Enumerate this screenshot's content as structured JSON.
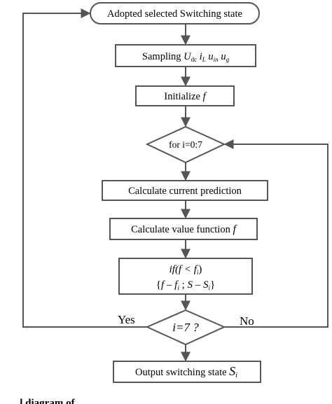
{
  "colors": {
    "box_fill": "#ffffff",
    "box_stroke": "#555555",
    "arrow": "#555555",
    "text": "#000000"
  },
  "nodes": {
    "start": {
      "text": "Adopted selected Switching state"
    },
    "sampling": {
      "prefix": "Sampling ",
      "u": "U",
      "dc": "dc",
      "i": "i",
      "L": "L",
      "uin": "u",
      "in": "in",
      "ug": "u",
      "g": "g"
    },
    "initialize": {
      "text": "Initialize ",
      "f": "f"
    },
    "loop": {
      "text": "for i=0:7"
    },
    "prediction": {
      "text": "Calculate current prediction"
    },
    "value_function": {
      "text": "Calculate value function ",
      "f": "f"
    },
    "compare": {
      "line1_if": "if",
      "line1_rest": "(f < f",
      "line1_sub": "i",
      "line1_close": ")",
      "line2_open": "{",
      "line2_f": "f",
      "line2_arrow": " – ",
      "line2_fi": "f",
      "line2_fi_sub": "i",
      "line2_sep": " ; ",
      "line2_S": "S",
      "line2_arrow2": " – ",
      "line2_Si": "S",
      "line2_Si_sub": "i",
      "line2_close": "}"
    },
    "decision": {
      "text": "i=7 ?"
    },
    "output": {
      "text": "Output switching state ",
      "S": "S",
      "sub": "i"
    }
  },
  "edge_labels": {
    "yes": "Yes",
    "no": "No"
  },
  "caption": "... ...l diagram of ... ..."
}
